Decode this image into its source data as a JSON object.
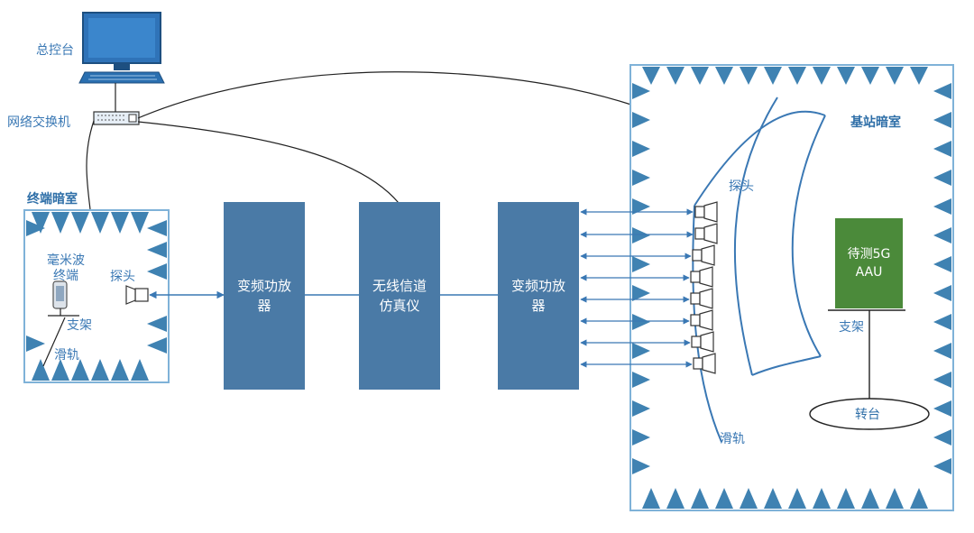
{
  "labels": {
    "console": "总控台",
    "switch": "网络交换机",
    "terminal_chamber": "终端暗室",
    "mmwave_terminal": "毫米波\n终端",
    "terminal_probe": "探头",
    "terminal_stand": "支架",
    "terminal_rail": "滑轨",
    "base_chamber": "基站暗室",
    "base_probe": "探头",
    "base_stand": "支架",
    "base_rail": "滑轨",
    "turntable": "转台"
  },
  "blocks": {
    "freq_amp_left": "变频功放\n器",
    "channel_emulator": "无线信道\n仿真仪",
    "freq_amp_right": "变频功放\n器",
    "dut": "待测5G\nAAU"
  },
  "colors": {
    "block": "#4a7aa6",
    "dut": "#4b8a3a",
    "absorber": "#3f82b2",
    "line": "#3a78b4",
    "text": "#3a78b4"
  }
}
